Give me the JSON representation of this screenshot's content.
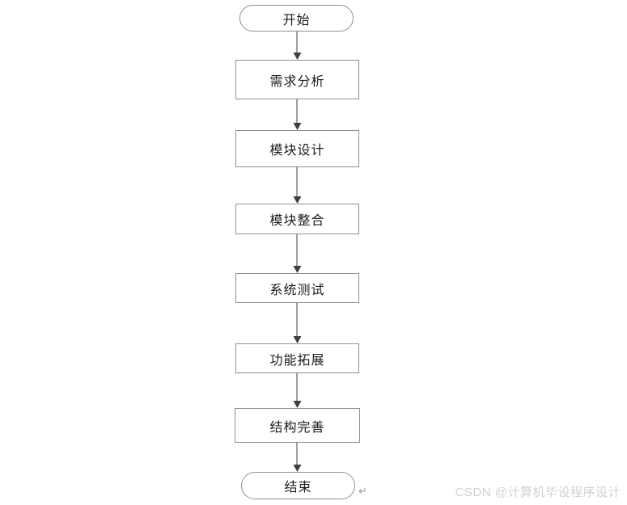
{
  "flowchart": {
    "title": "system development process flowchart",
    "colors": {
      "background": "#ffffff",
      "node_border": "#8f8f8f",
      "node_fill": "#ffffff",
      "arrow": "#3f3f3f",
      "text": "#1c1c1c",
      "watermark": "#d2d2d2"
    },
    "nodes": [
      {
        "id": "start",
        "shape": "stadium",
        "label": "开始"
      },
      {
        "id": "requirements-analysis",
        "shape": "rect",
        "label": "需求分析"
      },
      {
        "id": "module-design",
        "shape": "rect",
        "label": "模块设计"
      },
      {
        "id": "module-integration",
        "shape": "rect",
        "label": "模块整合"
      },
      {
        "id": "system-testing",
        "shape": "rect",
        "label": "系统测试"
      },
      {
        "id": "function-expansion",
        "shape": "rect",
        "label": "功能拓展"
      },
      {
        "id": "structure-improvement",
        "shape": "rect",
        "label": "结构完善"
      },
      {
        "id": "end",
        "shape": "stadium",
        "label": "结束"
      }
    ],
    "edges": [
      {
        "from": "start",
        "to": "requirements-analysis"
      },
      {
        "from": "requirements-analysis",
        "to": "module-design"
      },
      {
        "from": "module-design",
        "to": "module-integration"
      },
      {
        "from": "module-integration",
        "to": "system-testing"
      },
      {
        "from": "system-testing",
        "to": "function-expansion"
      },
      {
        "from": "function-expansion",
        "to": "structure-improvement"
      },
      {
        "from": "structure-improvement",
        "to": "end"
      }
    ]
  },
  "line_break_mark": "↵",
  "watermark": {
    "text": "CSDN @计算机毕设程序设计"
  }
}
